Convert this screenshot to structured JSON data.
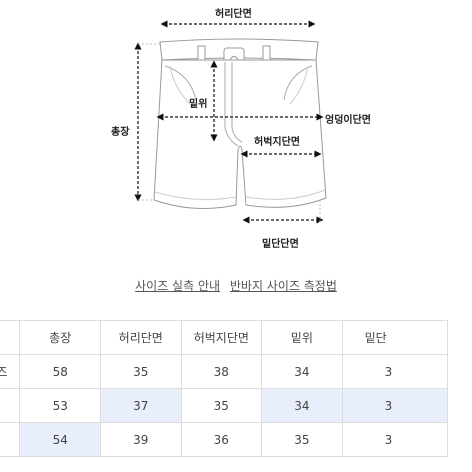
{
  "diagram": {
    "labels": {
      "waist": "허리단면",
      "length": "총장",
      "rise": "밑위",
      "hip": "엉덩이단면",
      "thigh": "허벅지단면",
      "hem": "밑단단면"
    }
  },
  "links": {
    "guide": "사이즈 실측 안내",
    "shorts": "반바지 사이즈 측정법"
  },
  "table": {
    "headers": [
      "",
      "총장",
      "허리단면",
      "허벅지단면",
      "밑위",
      "밑단"
    ],
    "rows": [
      [
        "즈",
        "58",
        "35",
        "38",
        "34",
        "3"
      ],
      [
        "",
        "53",
        "37",
        "35",
        "34",
        "3"
      ],
      [
        "",
        "54",
        "39",
        "36",
        "35",
        "3"
      ]
    ]
  },
  "colors": {
    "highlight": "#e8eefc",
    "border": "#dddddd"
  }
}
